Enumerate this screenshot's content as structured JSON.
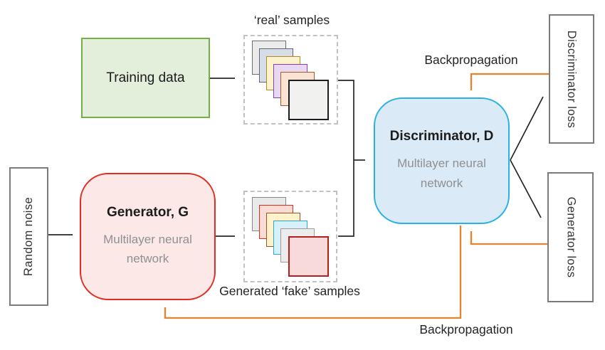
{
  "nodes": {
    "training_data": {
      "label": "Training data"
    },
    "random_noise": {
      "label": "Random noise"
    },
    "generator": {
      "title": "Generator, G",
      "subtitle": "Multilayer neural network"
    },
    "discriminator": {
      "title": "Discriminator, D",
      "subtitle": "Multilayer neural network"
    },
    "discriminator_loss": {
      "label": "Discriminator loss"
    },
    "generator_loss": {
      "label": "Generator loss"
    }
  },
  "samples": {
    "real": {
      "label": "‘real’ samples",
      "cards": [
        {
          "name": "gray-card",
          "fill": "#ebebeb",
          "border": "#6e6e6e"
        },
        {
          "name": "blue-gray-card",
          "fill": "#d7dde6",
          "border": "#5d6676"
        },
        {
          "name": "yellow-card",
          "fill": "#fdf2cb",
          "border": "#b28a26"
        },
        {
          "name": "purple-card",
          "fill": "#e9d8f2",
          "border": "#8440ad"
        },
        {
          "name": "peach-card",
          "fill": "#fae3d2",
          "border": "#a85b2a"
        },
        {
          "name": "white-card",
          "fill": "#f1f1f0",
          "border": "#1d1d1d"
        }
      ]
    },
    "fake": {
      "label": "Generated ‘fake’ samples",
      "cards": [
        {
          "name": "gray-card",
          "fill": "#e9e9e9",
          "border": "#8a8a8a"
        },
        {
          "name": "red-card",
          "fill": "#f8dcd5",
          "border": "#d92d20"
        },
        {
          "name": "yellow-card",
          "fill": "#fdf2cb",
          "border": "#a5541d"
        },
        {
          "name": "cyan-card",
          "fill": "#d8f0fa",
          "border": "#2aa6da"
        },
        {
          "name": "gray-card-2",
          "fill": "#ececec",
          "border": "#9c9c9c"
        },
        {
          "name": "pink-card",
          "fill": "#f9dada",
          "border": "#b11f1f"
        }
      ]
    }
  },
  "backpropagation": {
    "top_label": "Backpropagation",
    "bottom_label": "Backpropagation"
  },
  "colors": {
    "training_fill": "#e3efda",
    "training_border": "#73ae4b",
    "generator_fill": "#fce9e7",
    "generator_border": "#e22d22",
    "discriminator_fill": "#daeaf6",
    "discriminator_border": "#2bb0e4",
    "loss_box_border": "#7b7b7b",
    "dashed_border": "#c2c2c2",
    "backprop_orange": "#e8822f",
    "connector_black": "#262626",
    "title_text": "#1c1c1c",
    "subtitle_text": "#8f9093"
  }
}
